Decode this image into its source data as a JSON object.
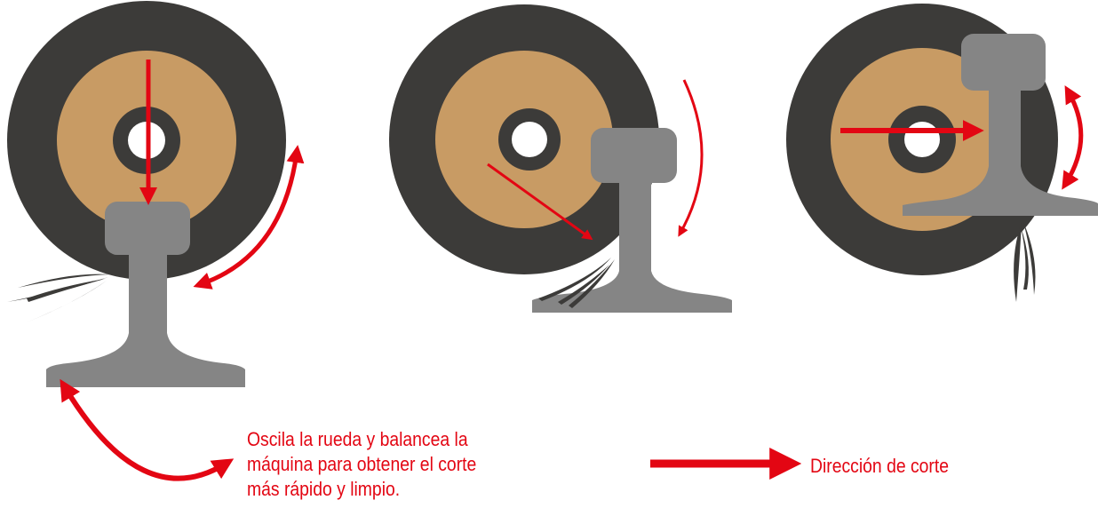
{
  "colors": {
    "tire": "#3c3b39",
    "disc": "#c89b64",
    "hub_ring": "#3c3b39",
    "hole": "#ffffff",
    "rail": "#858585",
    "accent_red": "#e30613",
    "sparks": "#3c3b39"
  },
  "diagram": {
    "panels": [
      {
        "id": "cut-vertical",
        "cut_direction": "down"
      },
      {
        "id": "cut-diagonal",
        "cut_direction": "down-right"
      },
      {
        "id": "cut-horizontal",
        "cut_direction": "right"
      }
    ]
  },
  "legend": {
    "oscillate": {
      "icon": "curved-double-arrow-icon",
      "lines": [
        "Oscila la rueda y balancea la",
        "máquina para obtener el corte",
        "más rápido y limpio."
      ]
    },
    "direction": {
      "icon": "straight-arrow-icon",
      "text": "Dirección de corte"
    }
  }
}
